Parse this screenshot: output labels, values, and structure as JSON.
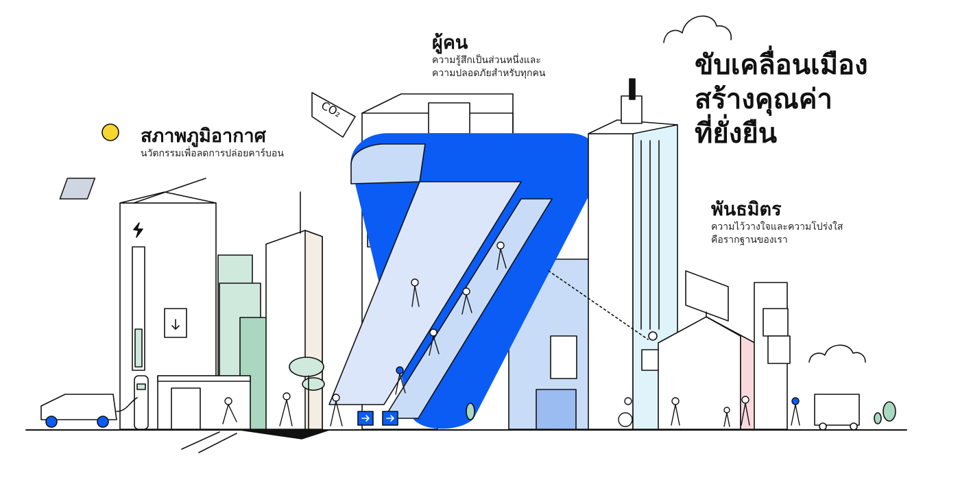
{
  "headline": {
    "line1": "ขับเคลื่อนเมือง",
    "line2": "สร้างคุณค่า",
    "line3": "ที่ยั่งยืน"
  },
  "labels": {
    "climate": {
      "title": "สภาพภูมิอากาศ",
      "subtitle": "นวัตกรรมเพื่อลดการปล่อยคาร์บอน"
    },
    "people": {
      "title": "ผู้คน",
      "line1": "ความรู้สึกเป็นส่วนหนึ่งและ",
      "line2": "ความปลอดภัยสำหรับทุกคน"
    },
    "partners": {
      "title": "พันธมิตร",
      "line1": "ความไว้วางใจและความโปร่งใส",
      "line2": "คือรากฐานของเรา"
    }
  },
  "billboard": {
    "co2_text": "CO₂"
  },
  "colors": {
    "brand_blue": "#0a5cf5",
    "light_blue": "#c9dcf7",
    "mint": "#cfe9dc",
    "sky": "#dff3fa",
    "pink": "#f9d9de",
    "beige": "#f3ede3",
    "sun": "#f6d630",
    "ink": "#111111"
  }
}
